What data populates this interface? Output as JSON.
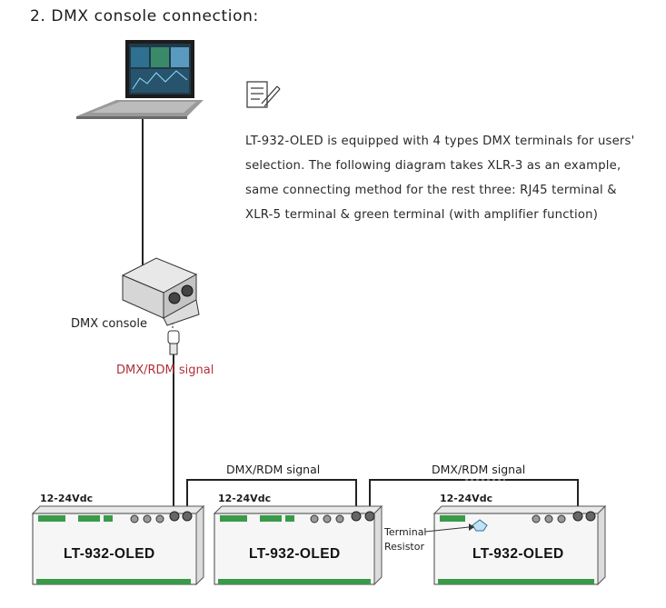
{
  "heading": "2. DMX console connection:",
  "description": "LT-932-OLED is equipped with 4 types DMX terminals for users' selection. The following diagram takes XLR-3 as an example, same connecting method for the rest three: RJ45 terminal & XLR-5 terminal & green terminal (with amplifier function)",
  "labels": {
    "console": "DMX console",
    "signal_main": "DMX/RDM signal",
    "signal_a": "DMX/RDM signal",
    "signal_b": "DMX/RDM signal",
    "terminal_line1": "Terminal",
    "terminal_line2": "Resistor"
  },
  "devices": [
    {
      "name": "LT-932-OLED",
      "voltage": "12-24Vdc"
    },
    {
      "name": "LT-932-OLED",
      "voltage": "12-24Vdc"
    },
    {
      "name": "LT-932-OLED",
      "voltage": "12-24Vdc"
    }
  ],
  "icons": [
    "laptop-icon",
    "notepad-pencil-icon",
    "dmx-console-icon",
    "xlr-plug-icon"
  ],
  "colors": {
    "signal_red": "#b0303a",
    "device_fill": "#f4f4f4",
    "terminal_green": "#3a9a4a"
  }
}
